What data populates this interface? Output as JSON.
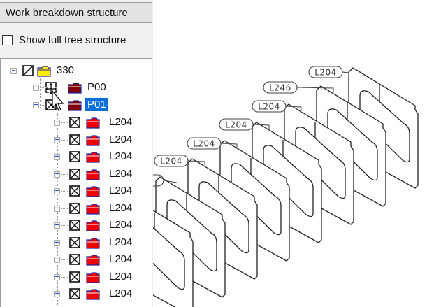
{
  "panel": {
    "header_title": "Work breakdown structure",
    "show_full_tree": {
      "label": "Show full tree structure",
      "checked": false
    }
  },
  "tree": {
    "root": {
      "label": "330",
      "expanded": true,
      "state": "partial",
      "folder_color": "yellow"
    },
    "children": [
      {
        "label": "P00",
        "expanded": false,
        "state": "empty",
        "folder_color": "dark-red",
        "selected": false
      },
      {
        "label": "P01",
        "expanded": true,
        "state": "crossed",
        "folder_color": "dark-red",
        "selected": true
      }
    ],
    "p01_children": [
      {
        "label": "L204"
      },
      {
        "label": "L204"
      },
      {
        "label": "L204"
      },
      {
        "label": "L204"
      },
      {
        "label": "L204"
      },
      {
        "label": "L204"
      },
      {
        "label": "L204"
      },
      {
        "label": "L204"
      },
      {
        "label": "L204"
      },
      {
        "label": "L204"
      },
      {
        "label": "L204"
      }
    ],
    "selection_color": "#0a6fd8"
  },
  "drawing": {
    "callouts": [
      {
        "label": "L204"
      },
      {
        "label": "L246"
      },
      {
        "label": "L204"
      },
      {
        "label": "L204"
      },
      {
        "label": "L204"
      },
      {
        "label": "L204"
      }
    ]
  }
}
